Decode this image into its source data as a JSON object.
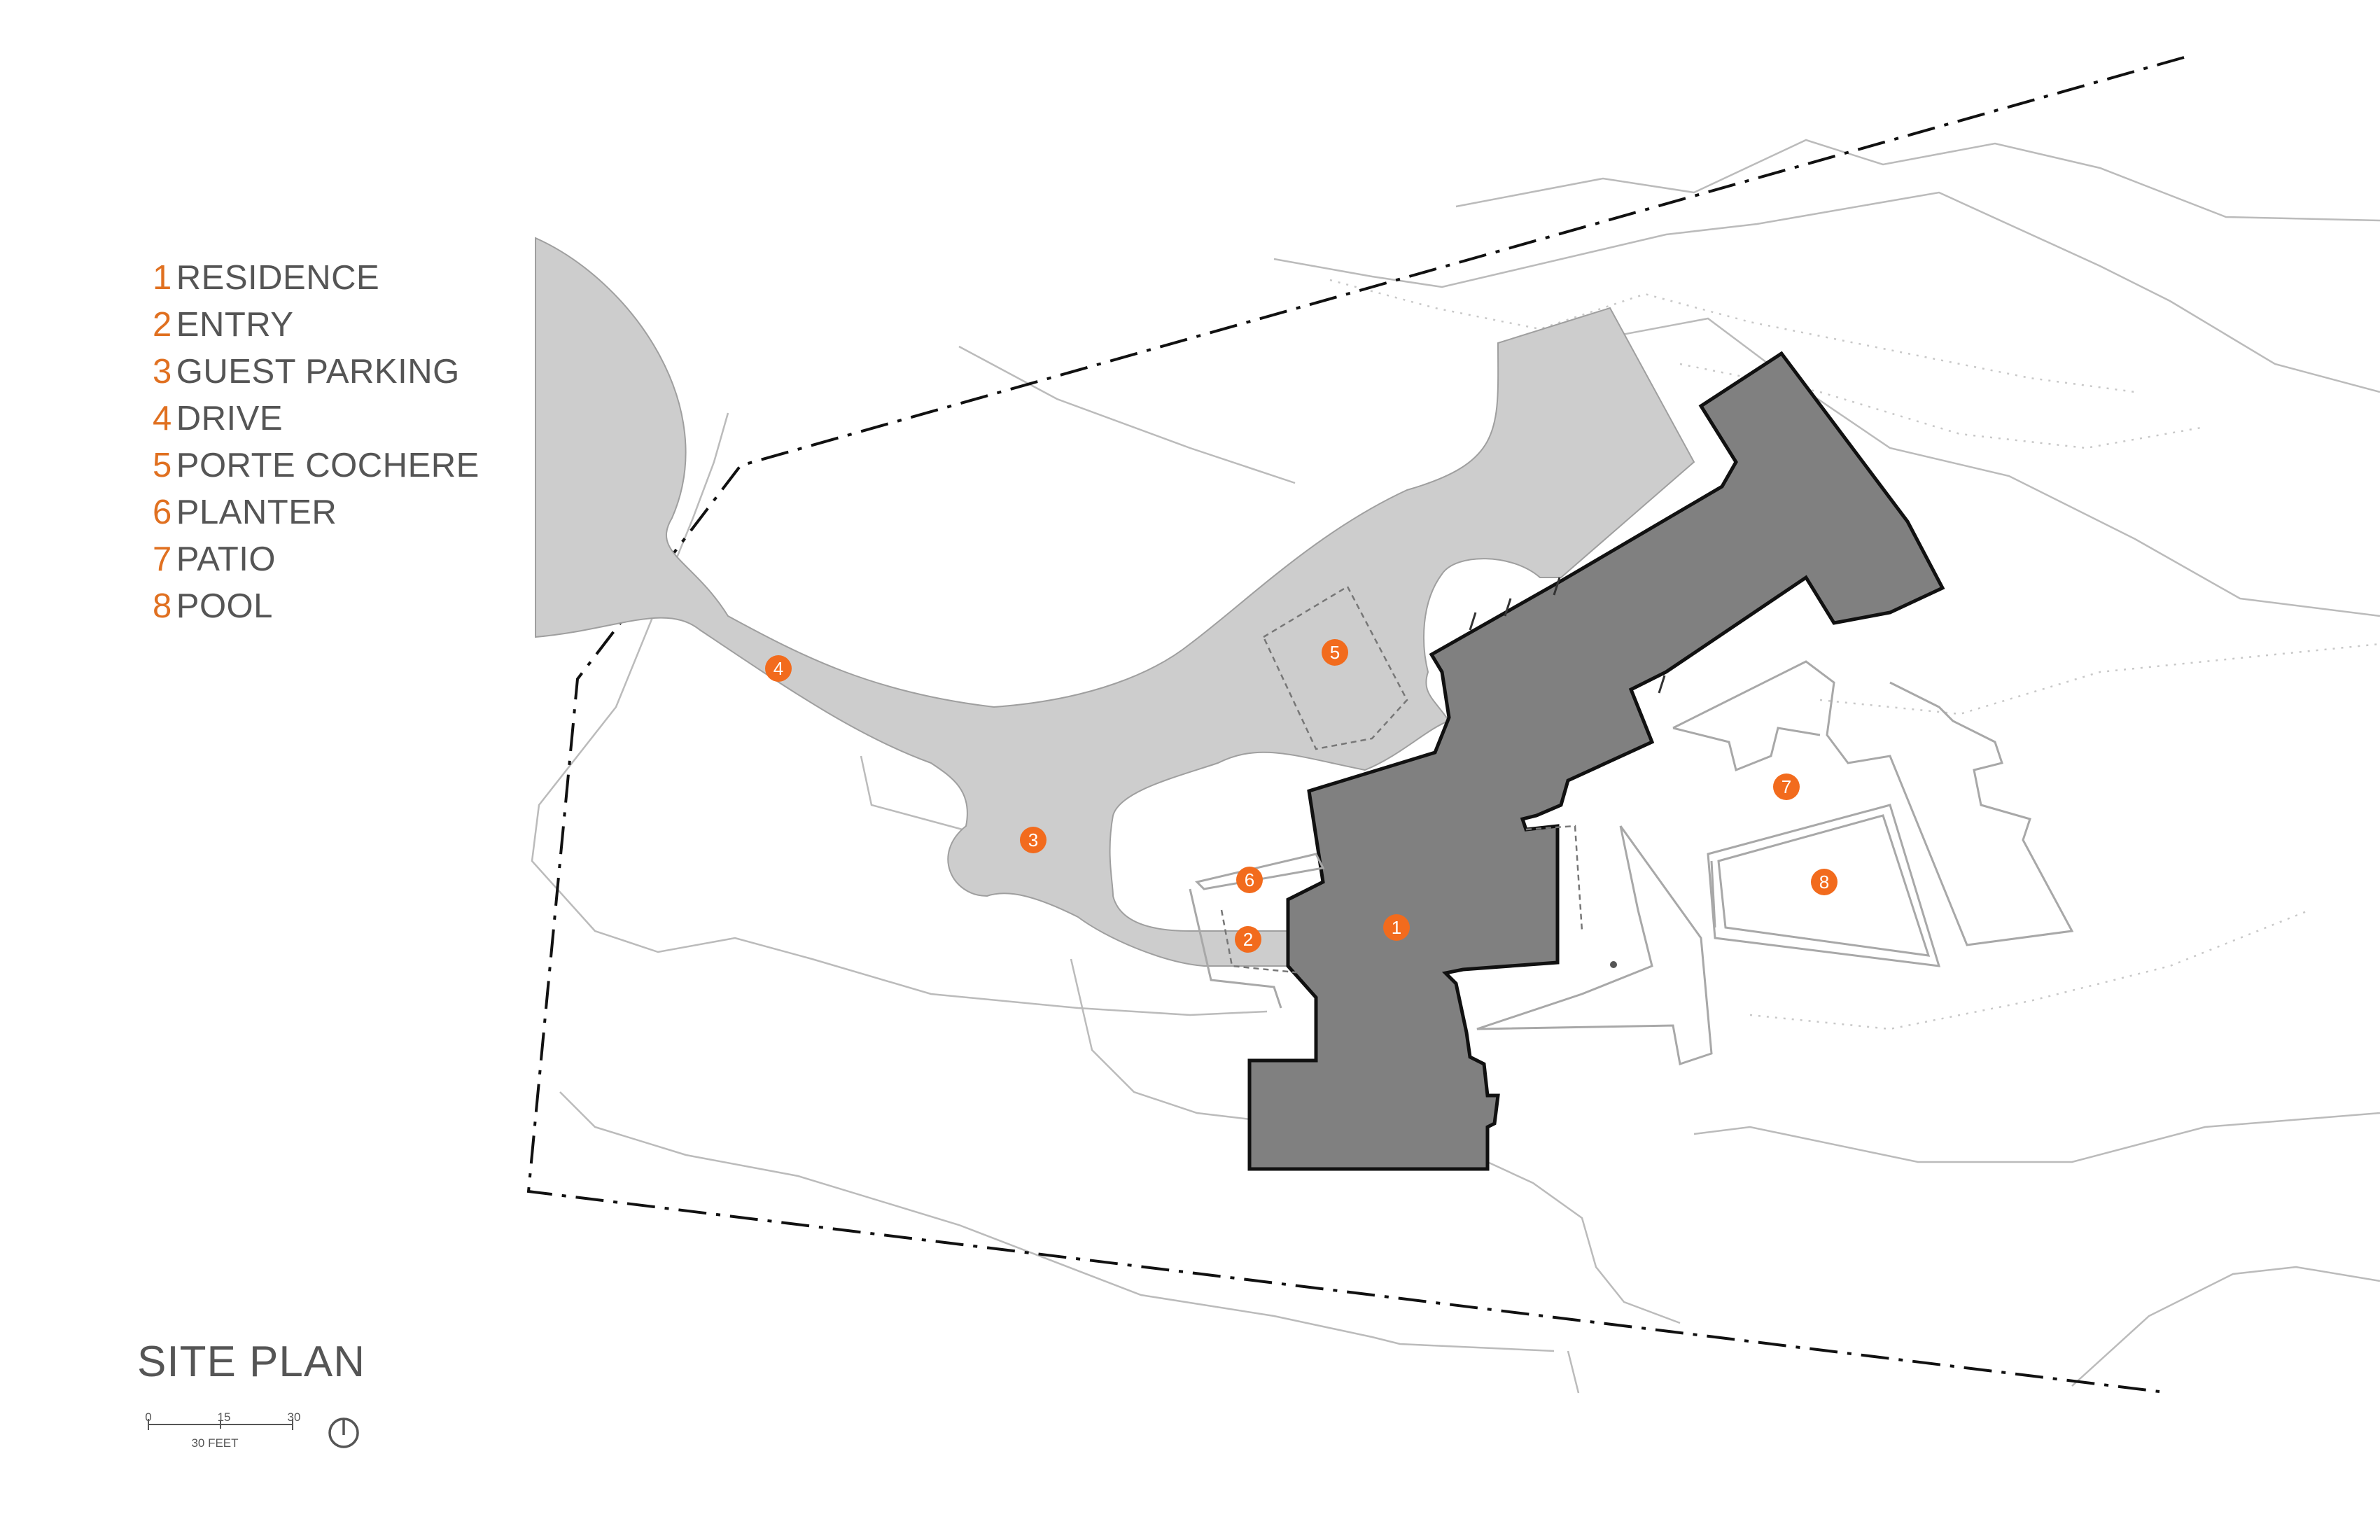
{
  "legend": {
    "items": [
      {
        "number": "1",
        "label": "RESIDENCE"
      },
      {
        "number": "2",
        "label": "ENTRY"
      },
      {
        "number": "3",
        "label": "GUEST PARKING"
      },
      {
        "number": "4",
        "label": "DRIVE"
      },
      {
        "number": "5",
        "label": "PORTE COCHERE"
      },
      {
        "number": "6",
        "label": "PLANTER"
      },
      {
        "number": "7",
        "label": "PATIO"
      },
      {
        "number": "8",
        "label": "POOL"
      }
    ]
  },
  "title": "SITE PLAN",
  "scale": {
    "ticks": [
      "0",
      "15",
      "30"
    ],
    "unit_label": "30 FEET"
  },
  "markers": [
    "1",
    "2",
    "3",
    "4",
    "5",
    "6",
    "7",
    "8"
  ],
  "colors": {
    "accent": "#f26b1d",
    "legend_number": "#e07020",
    "building": "#808080",
    "paving": "#cdcdcd",
    "text": "#555555"
  },
  "icons": {
    "north": "north-arrow-icon"
  }
}
